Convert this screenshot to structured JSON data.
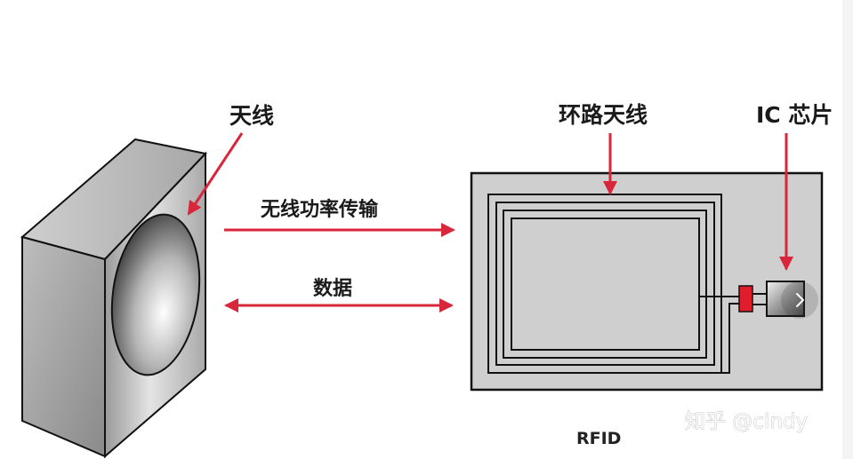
{
  "labels": {
    "reader_antenna": "天线",
    "wireless_power": "无线功率传输",
    "data": "数据",
    "loop_antenna": "环路天线",
    "ic_chip": "IC 芯片",
    "rfid": "RFID"
  },
  "watermark": "知乎 @cindy",
  "colors": {
    "arrow": "#d8263a",
    "chip_connector": "#e11d2b",
    "tag_fill": "#cfcfcf",
    "outline": "#111111"
  }
}
